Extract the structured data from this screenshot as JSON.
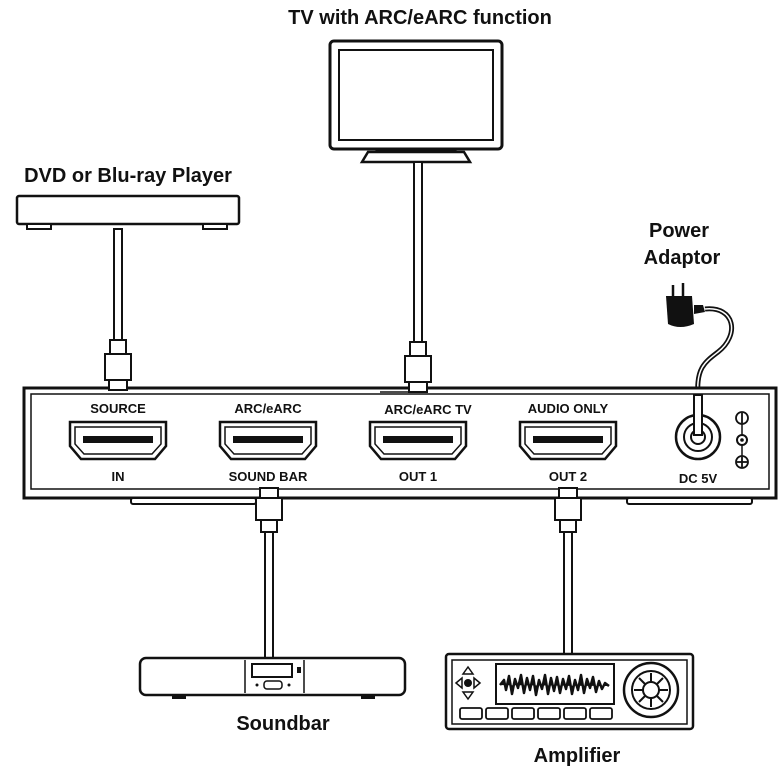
{
  "labels": {
    "tv": "TV with ARC/eARC function",
    "dvd": "DVD or Blu-ray Player",
    "power_line1": "Power",
    "power_line2": "Adaptor",
    "soundbar": "Soundbar",
    "amplifier": "Amplifier"
  },
  "ports": {
    "source_top": "SOURCE",
    "source_bottom": "IN",
    "arc_top": "ARC/eARC",
    "arc_bottom": "SOUND BAR",
    "tv_top": "ARC/eARC TV",
    "tv_bottom": "OUT 1",
    "audio_top": "AUDIO ONLY",
    "audio_bottom": "OUT 2",
    "dc": "DC 5V"
  }
}
